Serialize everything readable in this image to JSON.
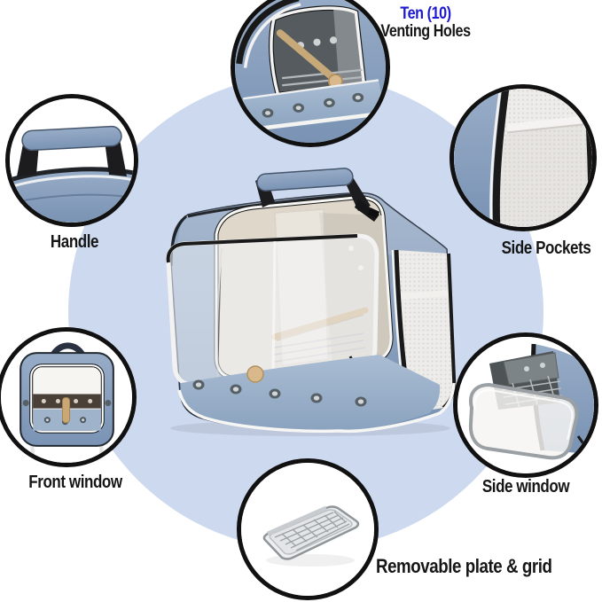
{
  "colors": {
    "page_bg": "#ffffff",
    "big_circle": "#cdd9ee",
    "callout_ring": "#111111",
    "label_black": "#161616",
    "label_blue": "#1d18d1",
    "denim_blue": "#7e97b8",
    "denim_light": "#a7bad1",
    "trim_black": "#1a1a1a",
    "piping_white": "#f4f4f2",
    "mesh_white": "#edecea",
    "wood_tan": "#c9a876",
    "metal_gray": "#9aa0a4"
  },
  "callouts": [
    {
      "id": "venting-holes",
      "label_accent": "Ten (10)",
      "label": "Venting Holes"
    },
    {
      "id": "handle",
      "label": "Handle"
    },
    {
      "id": "side-pockets",
      "label": "Side Pockets"
    },
    {
      "id": "front-window",
      "label": "Front window"
    },
    {
      "id": "side-window",
      "label": "Side window"
    },
    {
      "id": "removable-plate-grid",
      "label": "Removable plate & grid"
    }
  ]
}
